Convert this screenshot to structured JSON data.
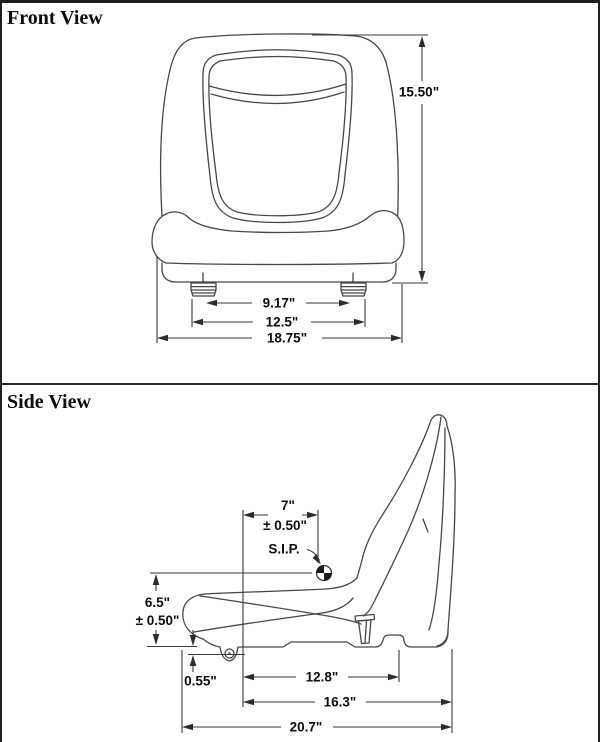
{
  "page": {
    "background": "#ffffff",
    "line_color": "#474747",
    "dimension_line_color": "#3a3a3a",
    "text_color": "#0d0d0d"
  },
  "front_view": {
    "title": "Front View",
    "dimensions": {
      "overall_height": "15.50\"",
      "mount_hole_spacing": "9.17\"",
      "mount_width": "12.5\"",
      "overall_width": "18.75\""
    }
  },
  "side_view": {
    "title": "Side View",
    "sip": {
      "label": "S.I.P."
    },
    "dimensions": {
      "sip_setback": "7\"",
      "sip_setback_tolerance": "± 0.50\"",
      "sip_height": "6.5\"",
      "sip_height_tolerance": "± 0.50\"",
      "front_roller_drop": "0.55\"",
      "seat_pan_depth": "12.8\"",
      "depth_to_backrest": "16.3\"",
      "overall_depth": "20.7\""
    }
  }
}
